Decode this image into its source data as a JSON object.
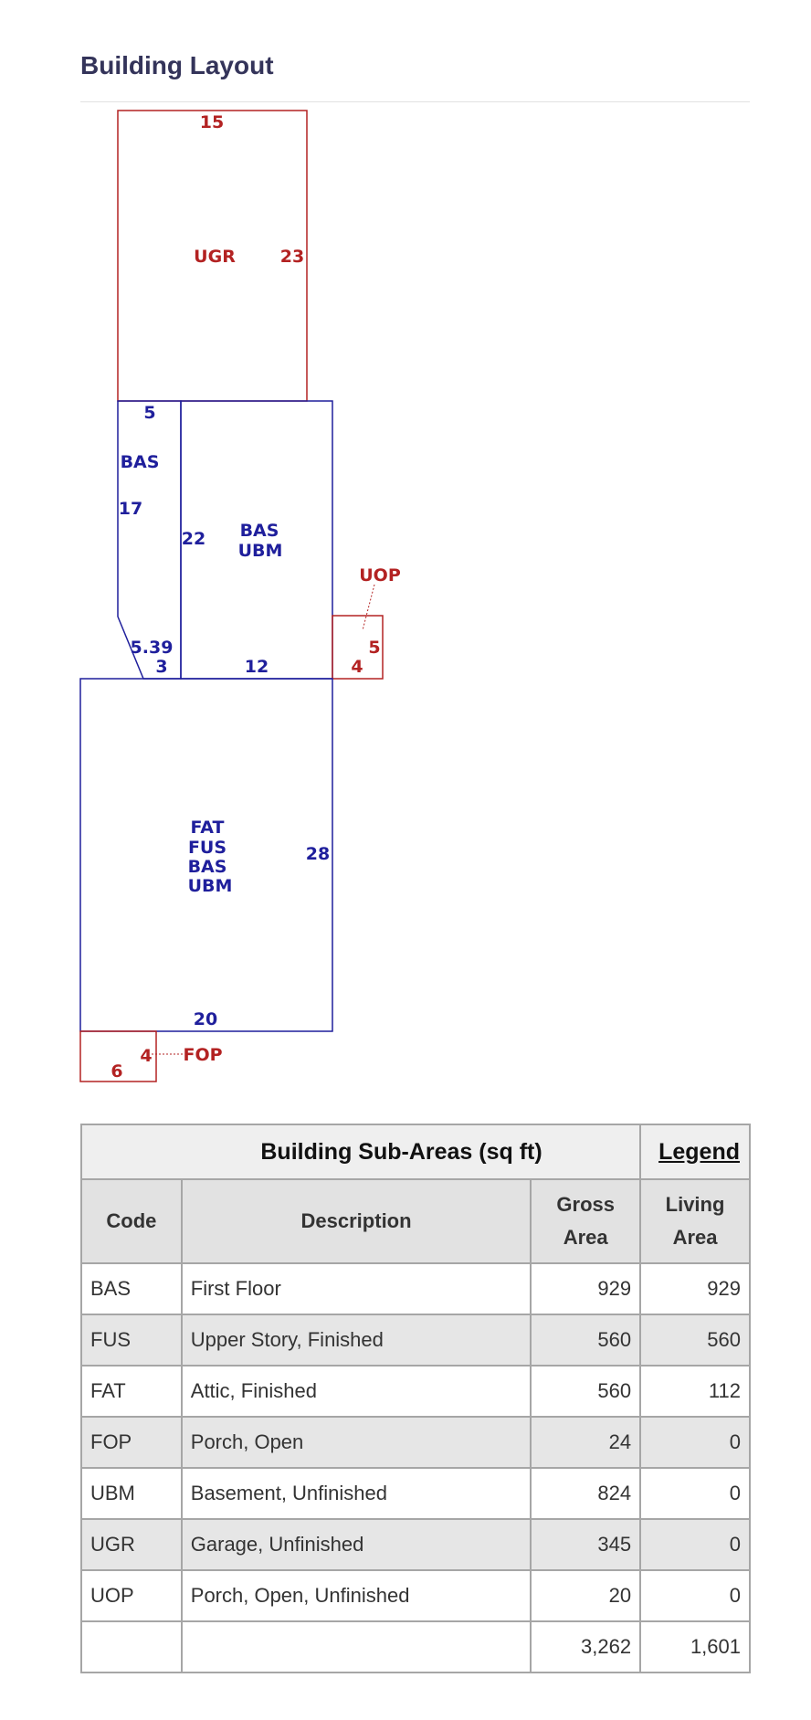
{
  "section": {
    "title": "Building Layout"
  },
  "sketch": {
    "labels": {
      "ugr_top": "15",
      "ugr_code": "UGR",
      "ugr_side": "23",
      "bas_small_top": "5",
      "bas_small_code": "BAS",
      "bas_small_side": "17",
      "bas_small_diag": "5.39",
      "bas_small_bottom": "3",
      "bas_ubm_side": "22",
      "bas_ubm_code1": "BAS",
      "bas_ubm_code2": "UBM",
      "bas_ubm_bottom": "12",
      "uop_code": "UOP",
      "uop_side": "5",
      "uop_bottom": "4",
      "main_code1": "FAT",
      "main_code2": "FUS",
      "main_code3": "BAS",
      "main_code4": "UBM",
      "main_side": "28",
      "main_bottom": "20",
      "fop_side": "4",
      "fop_code": "FOP",
      "fop_bottom": "6"
    },
    "colors": {
      "living": "#1f1f9c",
      "nonliving": "#b32222"
    }
  },
  "table": {
    "caption": "Building Sub-Areas (sq ft)",
    "legend_link": "Legend",
    "headers": {
      "code": "Code",
      "description": "Description",
      "gross_1": "Gross",
      "gross_2": "Area",
      "living_1": "Living",
      "living_2": "Area"
    },
    "rows": [
      {
        "code": "BAS",
        "description": "First Floor",
        "gross": "929",
        "living": "929"
      },
      {
        "code": "FUS",
        "description": "Upper Story, Finished",
        "gross": "560",
        "living": "560"
      },
      {
        "code": "FAT",
        "description": "Attic, Finished",
        "gross": "560",
        "living": "112"
      },
      {
        "code": "FOP",
        "description": "Porch, Open",
        "gross": "24",
        "living": "0"
      },
      {
        "code": "UBM",
        "description": "Basement, Unfinished",
        "gross": "824",
        "living": "0"
      },
      {
        "code": "UGR",
        "description": "Garage, Unfinished",
        "gross": "345",
        "living": "0"
      },
      {
        "code": "UOP",
        "description": "Porch, Open, Unfinished",
        "gross": "20",
        "living": "0"
      }
    ],
    "totals": {
      "gross": "3,262",
      "living": "1,601"
    }
  }
}
